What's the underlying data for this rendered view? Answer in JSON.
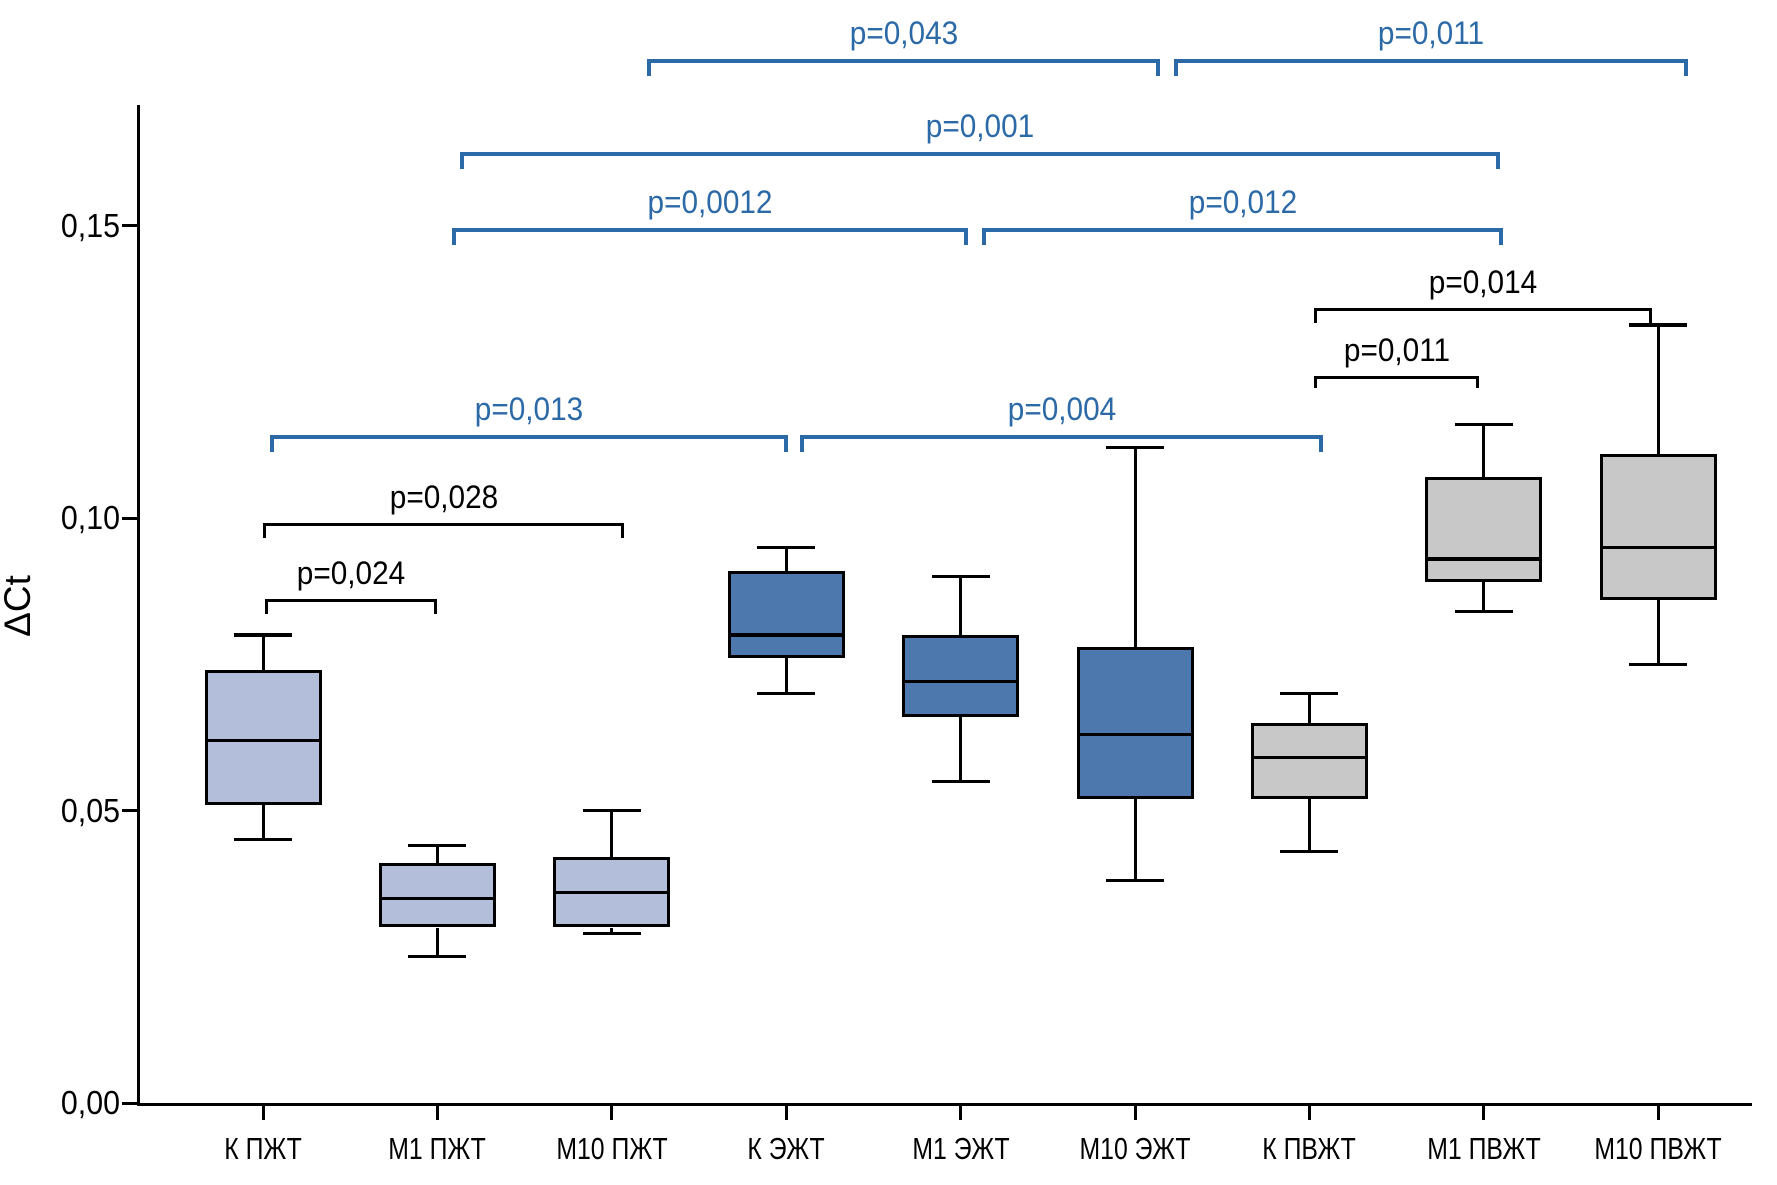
{
  "chart_data": {
    "type": "box",
    "title": "",
    "ylabel": "ΔCt",
    "xlabel": "",
    "grid": false,
    "legend": "none",
    "ylim": [
      0,
      0.172
    ],
    "y_ticks": [
      {
        "label": "0,00",
        "value": 0.0
      },
      {
        "label": "0,05",
        "value": 0.05
      },
      {
        "label": "0,10",
        "value": 0.1
      },
      {
        "label": "0,15",
        "value": 0.15
      }
    ],
    "categories": [
      "К ПЖТ",
      "М1 ПЖТ",
      "М10 ПЖТ",
      "К ЭЖТ",
      "М1 ЭЖТ",
      "М10 ЭЖТ",
      "К ПВЖТ",
      "М1 ПВЖТ",
      "М10 ПВЖТ"
    ],
    "groups": [
      {
        "name": "ПЖТ",
        "fill_color": "#b3bedb",
        "categories": [
          "К ПЖТ",
          "М1 ПЖТ",
          "М10 ПЖТ"
        ]
      },
      {
        "name": "ЭЖТ",
        "fill_color": "#4d78ad",
        "categories": [
          "К ЭЖТ",
          "М1 ЭЖТ",
          "М10 ЭЖТ"
        ]
      },
      {
        "name": "ПВЖТ",
        "fill_color": "#c8c8c8",
        "categories": [
          "К ПВЖТ",
          "М1 ПВЖТ",
          "М10 ПВЖТ"
        ]
      }
    ],
    "boxes": [
      {
        "category": "К ПЖТ",
        "whisker_low": 0.045,
        "q1": 0.051,
        "median": 0.062,
        "q3": 0.074,
        "whisker_high": 0.08,
        "fill_color": "#b3bedb"
      },
      {
        "category": "М1 ПЖТ",
        "whisker_low": 0.025,
        "q1": 0.03,
        "median": 0.035,
        "q3": 0.041,
        "whisker_high": 0.044,
        "fill_color": "#b3bedb"
      },
      {
        "category": "М10 ПЖТ",
        "whisker_low": 0.029,
        "q1": 0.03,
        "median": 0.036,
        "q3": 0.042,
        "whisker_high": 0.05,
        "fill_color": "#b3bedb"
      },
      {
        "category": "К ЭЖТ",
        "whisker_low": 0.07,
        "q1": 0.076,
        "median": 0.08,
        "q3": 0.091,
        "whisker_high": 0.095,
        "fill_color": "#4d78ad"
      },
      {
        "category": "М1 ЭЖТ",
        "whisker_low": 0.055,
        "q1": 0.066,
        "median": 0.072,
        "q3": 0.08,
        "whisker_high": 0.09,
        "fill_color": "#4d78ad"
      },
      {
        "category": "М10 ЭЖТ",
        "whisker_low": 0.038,
        "q1": 0.052,
        "median": 0.063,
        "q3": 0.078,
        "whisker_high": 0.112,
        "fill_color": "#4d78ad"
      },
      {
        "category": "К ПВЖТ",
        "whisker_low": 0.043,
        "q1": 0.052,
        "median": 0.059,
        "q3": 0.065,
        "whisker_high": 0.07,
        "fill_color": "#c8c8c8"
      },
      {
        "category": "М1 ПВЖТ",
        "whisker_low": 0.084,
        "q1": 0.089,
        "median": 0.093,
        "q3": 0.107,
        "whisker_high": 0.116,
        "fill_color": "#c8c8c8"
      },
      {
        "category": "М10 ПВЖТ",
        "whisker_low": 0.075,
        "q1": 0.086,
        "median": 0.095,
        "q3": 0.111,
        "whisker_high": 0.133,
        "fill_color": "#c8c8c8"
      }
    ],
    "significance_brackets": [
      {
        "label": "p=0,043",
        "from": "М10 ПЖТ",
        "to": "М10 ЭЖТ",
        "color": "#2b6aa7"
      },
      {
        "label": "p=0,011",
        "from": "М10 ЭЖТ",
        "to": "М10 ПВЖТ",
        "color": "#2b6aa7"
      },
      {
        "label": "p=0,001",
        "from": "М1 ПЖТ",
        "to": "М1 ПВЖТ",
        "color": "#2b6aa7"
      },
      {
        "label": "p=0,0012",
        "from": "М1 ПЖТ",
        "to": "М1 ЭЖТ",
        "color": "#2b6aa7"
      },
      {
        "label": "p=0,012",
        "from": "М1 ЭЖТ",
        "to": "М1 ПВЖТ",
        "color": "#2b6aa7"
      },
      {
        "label": "p=0,013",
        "from": "К ПЖТ",
        "to": "К ЭЖТ",
        "color": "#2b6aa7"
      },
      {
        "label": "p=0,004",
        "from": "К ЭЖТ",
        "to": "К ПВЖТ",
        "color": "#2b6aa7"
      },
      {
        "label": "p=0,028",
        "from": "К ПЖТ",
        "to": "М10 ПЖТ",
        "color": "#000000"
      },
      {
        "label": "p=0,024",
        "from": "К ПЖТ",
        "to": "М1 ПЖТ",
        "color": "#000000"
      },
      {
        "label": "p=0,014",
        "from": "К ПВЖТ",
        "to": "М10 ПВЖТ",
        "color": "#000000"
      },
      {
        "label": "p=0,011",
        "from": "К ПВЖТ",
        "to": "М1 ПВЖТ",
        "color": "#000000"
      }
    ]
  }
}
